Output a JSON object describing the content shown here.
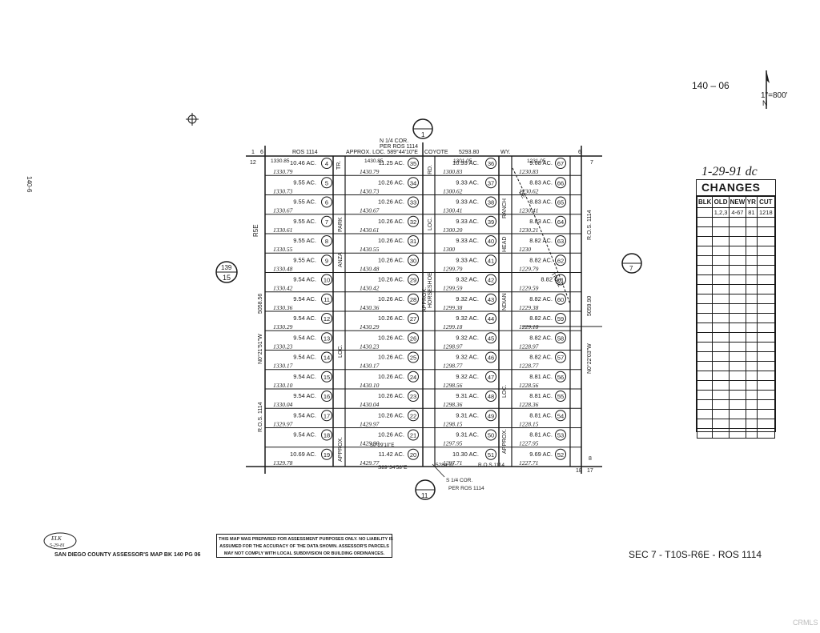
{
  "header": {
    "map_number": "140 – 06",
    "scale": "1\"=800'",
    "scale_north": "N",
    "side_label": "140-6",
    "date_stamp": "1-29-91 dc"
  },
  "changes_table": {
    "title": "CHANGES",
    "columns": [
      "BLK",
      "OLD",
      "NEW",
      "YR",
      "CUT"
    ],
    "rows": [
      [
        "",
        "1,2,3",
        "4-67",
        "81",
        "1218"
      ]
    ]
  },
  "plat": {
    "section_circle_top": "1",
    "section_circle_bottom": "11",
    "section_circle_right": "7",
    "section_circle_left_top": "139",
    "section_circle_left_bottom": "15",
    "north_note_1": "N 1/4 COR.",
    "north_note_2": "PER ROS 1114",
    "south_note_1": "S 1/4 COR.",
    "south_note_2": "PER ROS 1114",
    "top_ros": "ROS 1114",
    "top_approx": "APPROX. LOC. 589°44'10\"E",
    "top_coyote": "COYOTE",
    "top_dist": "5293.80",
    "top_wy": "WY.",
    "bottom_bearing": "S89°34'58\"E",
    "bottom_dist": "5284.97",
    "bottom_ros": "R.O.S.1114",
    "corner_1": "1",
    "corner_6": "6",
    "corner_12": "12",
    "corner_7": "7",
    "corner_18": "18",
    "corner_17": "17",
    "corner_8": "8",
    "left_range": "R5E",
    "left_bearing": "N0°21'51\"W",
    "left_dist": "5058.56",
    "left_ros": "R.O.S. 1114",
    "right_bearing": "N0°22'03\"W",
    "right_dist": "5059.90",
    "right_ros": "R.O.S. 1114",
    "road_tr": "TR.",
    "road_park": "PARK",
    "road_anza": "ANZA",
    "road_loc_1": "LOC.",
    "road_approx_1": "APPROX.",
    "road_rd": "RD.",
    "road_loc_2": "LOC.",
    "road_horseshoe": "HORSESHOE",
    "road_approx_2": "APPROX.",
    "road_ranch": "RANCH",
    "road_head": "HEAD",
    "road_indian": "INDIAN",
    "road_loc_3": "LOC.",
    "road_approx_3": "APPROX.",
    "road_trail": "TRAIL",
    "road_de": "DE",
    "lot20_bearing": "S0°29'10\"E",
    "mid_1430_85": "1430.85",
    "mid_1301_05": "1301.05",
    "mid_1231_05": "1231.05",
    "col1_top": "1330.85"
  },
  "lots": {
    "col1": [
      {
        "n": "4",
        "ac": "10.46 AC.",
        "dim": "1330.79"
      },
      {
        "n": "5",
        "ac": "9.55 AC.",
        "dim": "1330.73"
      },
      {
        "n": "6",
        "ac": "9.55 AC.",
        "dim": "1330.67"
      },
      {
        "n": "7",
        "ac": "9.55 AC.",
        "dim": "1330.61"
      },
      {
        "n": "8",
        "ac": "9.55 AC.",
        "dim": "1330.55"
      },
      {
        "n": "9",
        "ac": "9.55 AC.",
        "dim": "1330.48"
      },
      {
        "n": "10",
        "ac": "9.54 AC.",
        "dim": "1330.42"
      },
      {
        "n": "11",
        "ac": "9.54 AC.",
        "dim": "1330.36"
      },
      {
        "n": "12",
        "ac": "9.54 AC.",
        "dim": "1330.29"
      },
      {
        "n": "13",
        "ac": "9.54 AC.",
        "dim": "1330.23"
      },
      {
        "n": "14",
        "ac": "9.54 AC.",
        "dim": "1330.17"
      },
      {
        "n": "15",
        "ac": "9.54 AC.",
        "dim": "1330.10"
      },
      {
        "n": "16",
        "ac": "9.54 AC.",
        "dim": "1330.04"
      },
      {
        "n": "17",
        "ac": "9.54 AC.",
        "dim": "1329.97"
      },
      {
        "n": "18",
        "ac": "9.54 AC.",
        "dim": ""
      },
      {
        "n": "19",
        "ac": "10.69 AC.",
        "dim": "1329.78"
      }
    ],
    "col2": [
      {
        "n": "35",
        "ac": "11.25 AC.",
        "dim": "1430.79"
      },
      {
        "n": "34",
        "ac": "10.26 AC.",
        "dim": "1430.73"
      },
      {
        "n": "33",
        "ac": "10.26 AC.",
        "dim": "1430.67"
      },
      {
        "n": "32",
        "ac": "10.26 AC.",
        "dim": "1430.61"
      },
      {
        "n": "31",
        "ac": "10.26 AC.",
        "dim": "1430.55"
      },
      {
        "n": "30",
        "ac": "10.26 AC.",
        "dim": "1430.48"
      },
      {
        "n": "29",
        "ac": "10.26 AC.",
        "dim": "1430.42"
      },
      {
        "n": "28",
        "ac": "10.26 AC.",
        "dim": "1430.36"
      },
      {
        "n": "27",
        "ac": "10.26 AC.",
        "dim": "1430.29"
      },
      {
        "n": "26",
        "ac": "10.26 AC.",
        "dim": "1430.23"
      },
      {
        "n": "25",
        "ac": "10.26 AC.",
        "dim": "1430.17"
      },
      {
        "n": "24",
        "ac": "10.26 AC.",
        "dim": "1430.10"
      },
      {
        "n": "23",
        "ac": "10.26 AC.",
        "dim": "1430.04"
      },
      {
        "n": "22",
        "ac": "10.26 AC.",
        "dim": "1429.97"
      },
      {
        "n": "21",
        "ac": "10.26 AC.",
        "dim": "1429.90"
      },
      {
        "n": "20",
        "ac": "11.42 AC.",
        "dim": "1429.77"
      }
    ],
    "col3": [
      {
        "n": "36",
        "ac": "10.93 AC.",
        "dim": "1300.83"
      },
      {
        "n": "37",
        "ac": "9.33 AC.",
        "dim": "1300.62"
      },
      {
        "n": "38",
        "ac": "9.33 AC.",
        "dim": "1300.41"
      },
      {
        "n": "39",
        "ac": "9.33 AC.",
        "dim": "1300.20"
      },
      {
        "n": "40",
        "ac": "9.33 AC.",
        "dim": "1300"
      },
      {
        "n": "41",
        "ac": "9.33 AC.",
        "dim": "1299.79"
      },
      {
        "n": "42",
        "ac": "9.32 AC.",
        "dim": "1299.59"
      },
      {
        "n": "43",
        "ac": "9.32 AC.",
        "dim": "1299.38"
      },
      {
        "n": "44",
        "ac": "9.32 AC.",
        "dim": "1299.18"
      },
      {
        "n": "45",
        "ac": "9.32 AC.",
        "dim": "1298.97"
      },
      {
        "n": "46",
        "ac": "9.32 AC.",
        "dim": "1298.77"
      },
      {
        "n": "47",
        "ac": "9.32 AC.",
        "dim": "1298.56"
      },
      {
        "n": "48",
        "ac": "9.31 AC.",
        "dim": "1298.36"
      },
      {
        "n": "49",
        "ac": "9.31 AC.",
        "dim": "1298.15"
      },
      {
        "n": "50",
        "ac": "9.31 AC.",
        "dim": "1297.95"
      },
      {
        "n": "51",
        "ac": "10.30 AC.",
        "dim": "1297.71"
      }
    ],
    "col4": [
      {
        "n": "67",
        "ac": "9.68 AC.",
        "dim": "1230.83"
      },
      {
        "n": "66",
        "ac": "8.83 AC.",
        "dim": "1230.62"
      },
      {
        "n": "65",
        "ac": "8.83 AC.",
        "dim": "1230.41"
      },
      {
        "n": "64",
        "ac": "8.83 AC.",
        "dim": "1230.21"
      },
      {
        "n": "63",
        "ac": "8.82 AC.",
        "dim": "1230"
      },
      {
        "n": "62",
        "ac": "8.82 AC.",
        "dim": "1229.79"
      },
      {
        "n": "61",
        "ac": "8.82",
        "dim": "1229.59"
      },
      {
        "n": "60",
        "ac": "8.82 AC.",
        "dim": "1229.38"
      },
      {
        "n": "59",
        "ac": "8.82 AC.",
        "dim": "1229.18"
      },
      {
        "n": "58",
        "ac": "8.82 AC.",
        "dim": "1228.97"
      },
      {
        "n": "57",
        "ac": "8.82 AC.",
        "dim": "1228.77"
      },
      {
        "n": "56",
        "ac": "8.81 AC.",
        "dim": "1228.56"
      },
      {
        "n": "55",
        "ac": "8.81 AC.",
        "dim": "1228.36"
      },
      {
        "n": "54",
        "ac": "8.81 AC.",
        "dim": "1228.15"
      },
      {
        "n": "53",
        "ac": "8.81 AC.",
        "dim": "1227.95"
      },
      {
        "n": "52",
        "ac": "9.69 AC.",
        "dim": "1227.71"
      }
    ]
  },
  "footer": {
    "stamp_initials": "ELK",
    "stamp_date": "5-29-81",
    "assessor_line": "SAN DIEGO COUNTY ASSESSOR'S MAP BK 140 PG 06",
    "disclaimer": [
      "THIS MAP WAS PREPARED FOR ASSESSMENT PURPOSES ONLY.  NO LIABILITY IS",
      "ASSUMED FOR THE ACCURACY OF THE DATA SHOWN.  ASSESSOR'S PARCELS",
      "MAY NOT COMPLY WITH LOCAL SUBDIVISION  OR  BUILDING ORDINANCES."
    ],
    "section_line": "SEC 7 - T10S-R6E - ROS 1114",
    "watermark": "CRMLS"
  }
}
